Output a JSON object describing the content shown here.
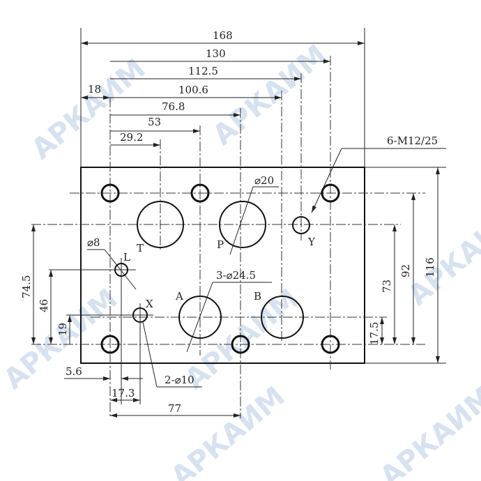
{
  "watermark": "АРКАИМ",
  "dims_top": [
    "168",
    "130",
    "112.5",
    "100.6",
    "76.8",
    "53",
    "29.2",
    "18"
  ],
  "dims_right": [
    "116",
    "92",
    "73",
    "17.5"
  ],
  "dims_left": [
    "74.5",
    "46",
    "19"
  ],
  "dims_bottom": [
    "5.6",
    "17.3",
    "77"
  ],
  "callouts": {
    "bolt": "6-M12/25",
    "p_dia": "⌀20",
    "port_dia": "3-⌀24.5",
    "l_dia": "⌀8",
    "xy_dia": "2-⌀10"
  },
  "ports": {
    "T": "T",
    "P": "P",
    "Y": "Y",
    "L": "L",
    "X": "X",
    "A": "A",
    "B": "B"
  }
}
